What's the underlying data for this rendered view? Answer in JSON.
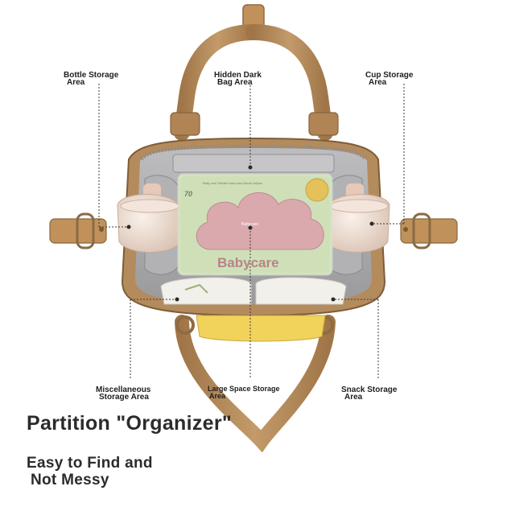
{
  "callouts": {
    "bottle": {
      "line1": "Bottle Storage",
      "line2": "Area"
    },
    "hidden": {
      "line1": "Hidden Dark",
      "line2": "Bag Area"
    },
    "cup": {
      "line1": "Cup Storage",
      "line2": "Area"
    },
    "misc": {
      "line1": "Miscellaneous",
      "line2": "Storage Area"
    },
    "large": {
      "line1": "Large Space Storage",
      "line2": "Area"
    },
    "snack": {
      "line1": "Snack Storage",
      "line2": "Area"
    }
  },
  "headline": "Partition \"Organizer\"",
  "subheadline": {
    "line1": "Easy to Find and",
    "line2": "Not Messy"
  },
  "product": {
    "brand": "Babycare",
    "count": "70",
    "small_text": "Baby and Toddler Hand and Mouth Wipes",
    "cloud_text": "Babycare"
  },
  "colors": {
    "strap": "#b48b5c",
    "lining": "#a9a9ab",
    "wipes_pack": "#cfe0b8",
    "cloud": "#d9a9ad",
    "bottle": "#ecdcd0",
    "accent_yellow": "#f1d35c"
  }
}
